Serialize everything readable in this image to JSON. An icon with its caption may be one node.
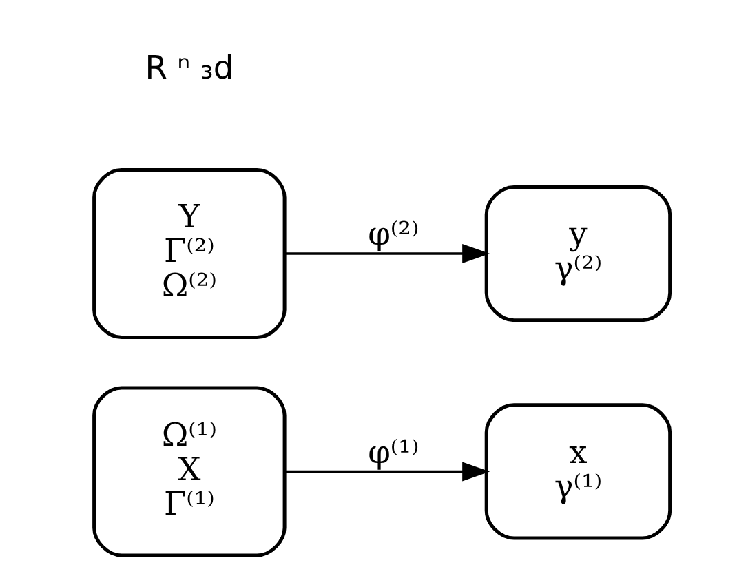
{
  "diagram": {
    "nodes": [
      {
        "text": [
          "Ω⁽¹⁾",
          "X",
          "Γ⁽¹⁾"
        ]
      },
      {
        "text": [
          "Y",
          "Γ⁽²⁾",
          "Ω⁽²⁾"
        ]
      },
      {
        "text": [
          "x",
          "γ⁽¹⁾"
        ]
      },
      {
        "text": [
          "y",
          "γ⁽²⁾"
        ]
      }
    ],
    "edges": [
      {
        "from": 0,
        "to": 2,
        "arrow": "to",
        "label": "φ⁽¹⁾"
      },
      {
        "from": 1,
        "to": 3,
        "arrow": "to",
        "label": "φ⁽²⁾"
      }
    ],
    "labels": [
      "R ⁿ ₃d"
    ]
  }
}
